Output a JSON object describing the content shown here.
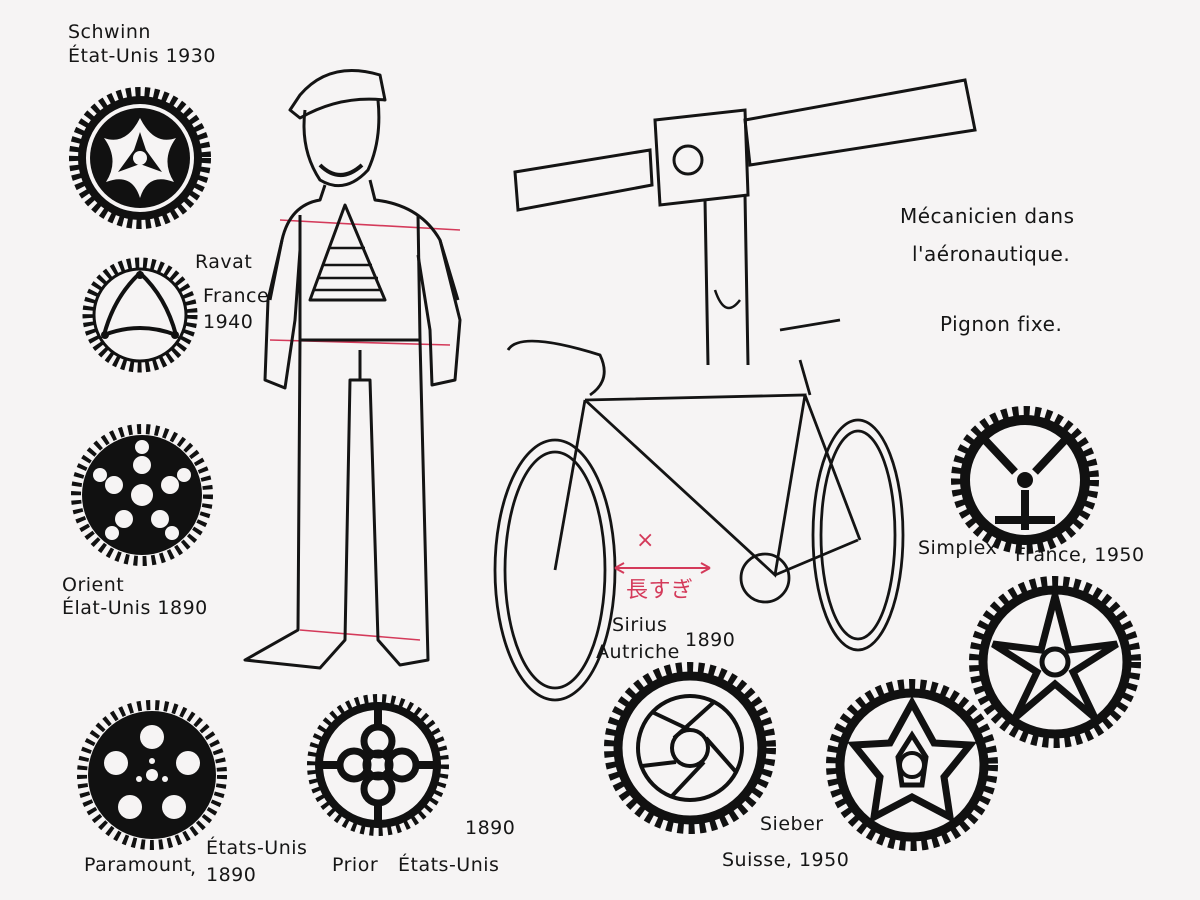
{
  "sheet": {
    "notes": {
      "line1": "Mécanicien dans",
      "line2": "l'aéronautique.",
      "line3": "Pignon fixe."
    },
    "annotation": {
      "mark": "×",
      "text": "長すぎ"
    },
    "sprockets": [
      {
        "name": "Schwinn",
        "origin": "État-Unis 1930"
      },
      {
        "name": "Ravat",
        "origin": "France",
        "year": "1940"
      },
      {
        "name": "Orient",
        "origin": "Élat-Unis 1890"
      },
      {
        "name": "Paramount",
        "origin": "États-Unis",
        "year": "1890",
        "separator": ","
      },
      {
        "name": "Prior",
        "origin": "États-Unis",
        "year": "1890"
      },
      {
        "name": "Sirius",
        "origin": "Autriche",
        "year": "1890"
      },
      {
        "name": "Sieber",
        "origin": "Suisse, 1950"
      },
      {
        "name": "Simplex",
        "origin": "France, 1950"
      }
    ]
  },
  "colors": {
    "ink": "#141414",
    "construction": "#d43a5a",
    "paper": "#f6f4f4"
  }
}
